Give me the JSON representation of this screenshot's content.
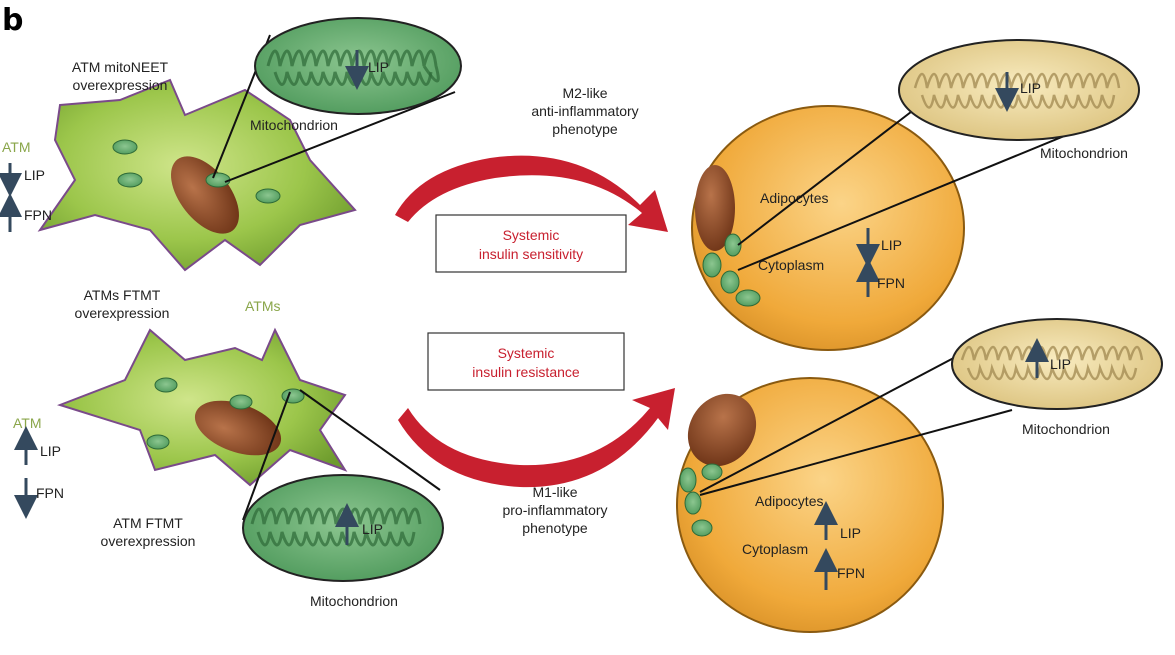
{
  "panel_letter": "b",
  "top": {
    "cell_title": [
      "ATM mitoNEET",
      "overexpression"
    ],
    "side": {
      "atm": "ATM",
      "lip": "LIP",
      "fpn": "FPN"
    },
    "mito_inset": {
      "label": "Mitochondrion",
      "lip": "LIP"
    },
    "phenotype": [
      "M2-like",
      "anti-inflammatory",
      "phenotype"
    ],
    "box": [
      "Systemic",
      "insulin sensitivity"
    ],
    "adipocyte": {
      "title": "Adipocytes",
      "cytoplasm": "Cytoplasm",
      "lip": "LIP",
      "fpn": "FPN"
    },
    "adipo_mito": {
      "label": "Mitochondrion",
      "lip": "LIP"
    }
  },
  "bottom": {
    "cell_title": [
      "ATMs FTMT",
      "overexpression"
    ],
    "atms_label": "ATMs",
    "side": {
      "atm": "ATM",
      "lip": "LIP",
      "fpn": "FPN"
    },
    "cell_caption": [
      "ATM FTMT",
      "overexpression"
    ],
    "mito_inset": {
      "label": "Mitochondrion",
      "lip": "LIP"
    },
    "phenotype": [
      "M1-like",
      "pro-inflammatory",
      "phenotype"
    ],
    "box": [
      "Systemic",
      "insulin resistance"
    ],
    "adipocyte": {
      "title": "Adipocytes",
      "cytoplasm": "Cytoplasm",
      "lip": "LIP",
      "fpn": "FPN"
    },
    "adipo_mito": {
      "label": "Mitochondrion",
      "lip": "LIP"
    }
  },
  "colors": {
    "arrow_red": "#c8202f",
    "atm_green": "#8fbe3f",
    "adipocyte_orange": "#f2b246",
    "nucleus_brown": "#8a4a24",
    "regulation_arrow": "#34495e",
    "label_green": "#8aa64a"
  }
}
